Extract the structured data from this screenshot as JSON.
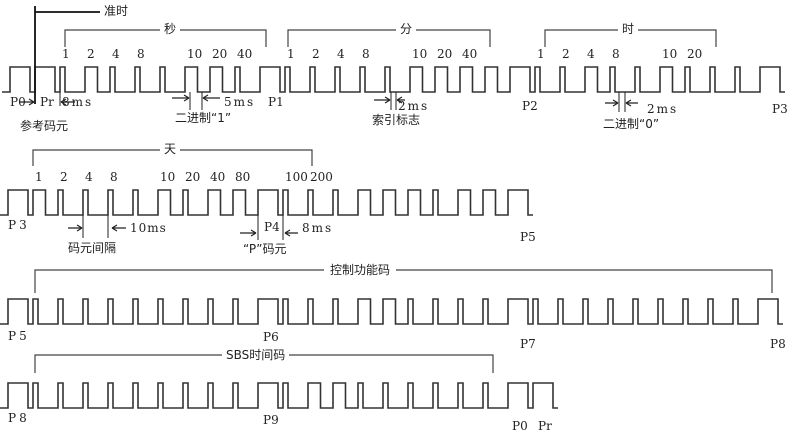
{
  "title_on_time": "准时",
  "brackets": {
    "seconds": "秒",
    "minutes": "分",
    "hours": "时",
    "days": "天",
    "control": "控制功能码",
    "sbs": "SBS时间码"
  },
  "rows": [
    {
      "cells": [
        "P",
        "P",
        "0",
        "1",
        "0",
        "0",
        "0",
        "1",
        "1",
        "0",
        "P",
        "0",
        "0",
        "0",
        "0",
        "0",
        "1",
        "1",
        "1",
        "1",
        "P",
        "0",
        "0",
        "1",
        "0",
        "0",
        "1",
        "0",
        "0",
        "0",
        "P"
      ],
      "weights": [
        "",
        "",
        "1",
        "2",
        "4",
        "8",
        "",
        "10",
        "20",
        "40",
        "",
        "1",
        "2",
        "4",
        "8",
        "",
        "10",
        "20",
        "40",
        "",
        "",
        "1",
        "2",
        "4",
        "8",
        "",
        "10",
        "20",
        "",
        "",
        " "
      ]
    },
    {
      "cells": [
        "P",
        "1",
        "0",
        "0",
        "0",
        "0",
        "1",
        "0",
        "1",
        "1",
        "P",
        "0",
        "0",
        "0",
        "1",
        "1",
        "1",
        "0",
        "1",
        "1",
        "P"
      ],
      "weights": [
        "",
        "1",
        "2",
        "4",
        "8",
        "",
        "10",
        "20",
        "40",
        "80",
        "",
        "100",
        "200",
        "",
        "",
        "",
        "",
        "",
        "",
        "",
        ""
      ]
    },
    {
      "cells": [
        "P",
        "0",
        "0",
        "0",
        "0",
        "0",
        "0",
        "0",
        "0",
        "0",
        "P",
        "0",
        "0",
        "0",
        "1",
        "1",
        "0",
        "0",
        "0",
        "0",
        "P",
        "0",
        "0",
        "0",
        "0",
        "0",
        "0",
        "0",
        "0",
        "0",
        "P"
      ]
    },
    {
      "cells": [
        "P",
        "0",
        "0",
        "0",
        "0",
        "0",
        "0",
        "0",
        "0",
        "0",
        "P",
        "0",
        "1",
        "1",
        "0",
        "0",
        "0",
        "0",
        "0",
        "0",
        "P",
        "P"
      ]
    }
  ],
  "labels": {
    "p0": "P0",
    "pr": "Pr",
    "ref_symbol": "参考码元",
    "ms8": "8ms",
    "p1": "P1",
    "ms5": "5ms",
    "binary_one": "二进制“1”",
    "ms2_index": "2ms",
    "index_marker": "索引标志",
    "p2": "P2",
    "ms2_zero": "2ms",
    "binary_zero": "二进制“0”",
    "p3": "P3",
    "row2_p3": "P3",
    "ms10": "10ms",
    "symbol_interval": "码元间隔",
    "p4": "P4",
    "ms8_p": "8ms",
    "p_symbol": "“P”码元",
    "p5": "P5",
    "row3_p5": "P5",
    "p6": "P6",
    "p7": "P7",
    "p8": "P8",
    "row4_p8": "P8",
    "p9": "P9",
    "row4_p0": "P0",
    "row4_pr": "Pr"
  }
}
